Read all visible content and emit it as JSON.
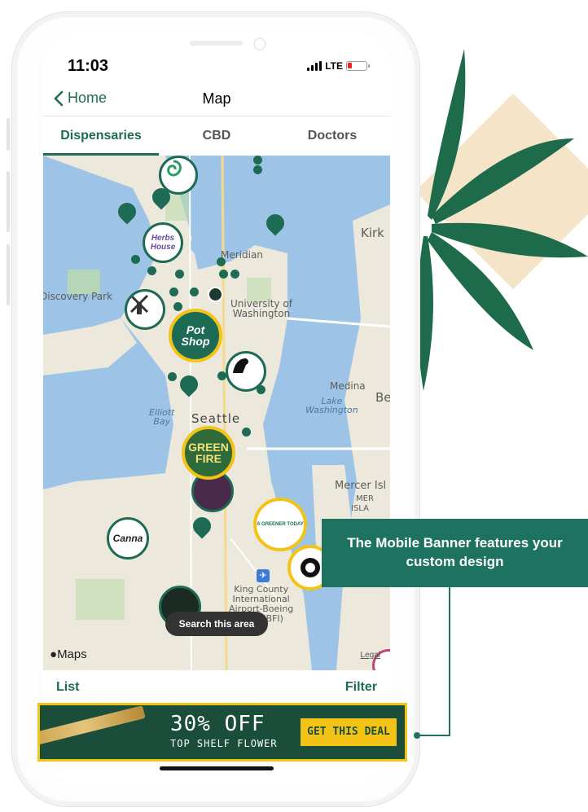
{
  "status": {
    "time": "11:03",
    "network": "LTE"
  },
  "nav": {
    "back_label": "Home",
    "title": "Map"
  },
  "tabs": [
    {
      "label": "Dispensaries",
      "active": true
    },
    {
      "label": "CBD",
      "active": false
    },
    {
      "label": "Doctors",
      "active": false
    }
  ],
  "map": {
    "labels": {
      "kirk": "Kirk",
      "meridian": "Meridian",
      "discovery_park": "Discovery Park",
      "university_1": "University of",
      "university_2": "Washington",
      "medina": "Medina",
      "bellevue": "Be",
      "elliott_1": "Elliott",
      "elliott_2": "Bay",
      "lake_1": "Lake",
      "lake_2": "Washington",
      "seattle": "Seattle",
      "mercer": "Mercer Isl",
      "mercer_2": "MER",
      "mercer_3": "ISLA",
      "airport_1": "King County",
      "airport_2": "International",
      "airport_3": "Airport-Boeing",
      "airport_4": "Field (BFI)"
    },
    "pins": {
      "herbs_house": "Herbs House",
      "pot_shop_1": "Pot",
      "pot_shop_2": "Shop",
      "green_fire_1": "GREEN",
      "green_fire_2": "FIRE",
      "greener_today": "A GREENER TODAY",
      "cannabis_co": "Canna"
    },
    "search_area_label": "Search this area",
    "maps_logo": "Maps",
    "legal_label": "Legal"
  },
  "bottom": {
    "list_label": "List",
    "filter_label": "Filter"
  },
  "banner": {
    "title": "30% OFF",
    "subtitle": "TOP SHELF FLOWER",
    "cta": "GET THIS DEAL"
  },
  "callout": {
    "text": "The Mobile Banner features your custom design"
  },
  "colors": {
    "brand_green": "#1e6b55",
    "banner_green": "#1b4d3b",
    "accent_yellow": "#f3c416"
  }
}
